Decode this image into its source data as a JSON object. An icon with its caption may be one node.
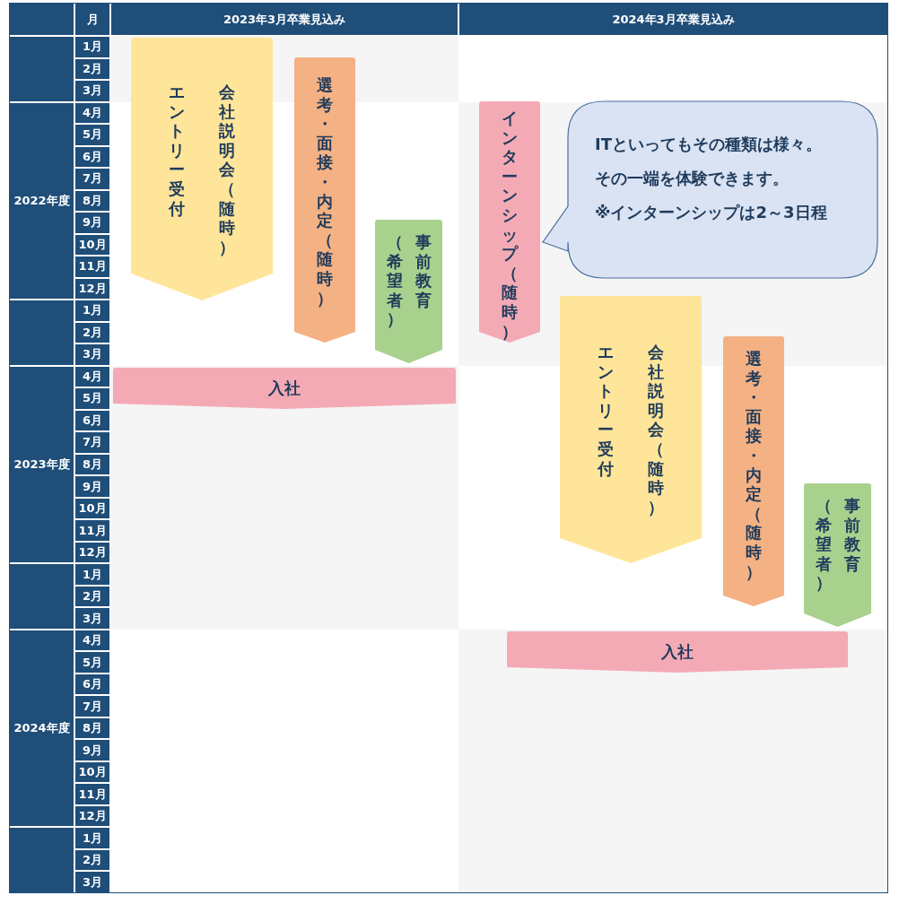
{
  "diagram": {
    "nodes": [
      {
        "text": [
          "エントリー受付",
          "会社説明会（随時）"
        ]
      },
      {
        "text": [
          "選考・面接・内定（随時）"
        ]
      },
      {
        "text": [
          "（希望者）",
          "事前教育"
        ]
      },
      {
        "text": [
          "入社"
        ]
      },
      {
        "text": [
          "インターンシップ（随時）"
        ]
      },
      {
        "text": [
          "ITといってもその種類は様々。",
          "その一端を体験できます。",
          "※インターンシップは2～3日程"
        ]
      },
      {
        "text": [
          "エントリー受付",
          "会社説明会（随時）"
        ]
      },
      {
        "text": [
          "選考・面接・内定（随時）"
        ]
      },
      {
        "text": [
          "（希望者）",
          "事前教育"
        ]
      },
      {
        "text": [
          "入社"
        ]
      }
    ],
    "edges": [],
    "labels": [
      "月",
      "2023年3月卒業見込み",
      "2024年3月卒業見込み",
      "1月",
      "2月",
      "3月",
      "2022年度",
      "4月",
      "5月",
      "6月",
      "7月",
      "8月",
      "9月",
      "10月",
      "11月",
      "12月",
      "1月",
      "2月",
      "3月",
      "2023年度",
      "4月",
      "5月",
      "6月",
      "7月",
      "8月",
      "9月",
      "10月",
      "11月",
      "12月",
      "1月",
      "2月",
      "3月",
      "2024年度",
      "4月",
      "5月",
      "6月",
      "7月",
      "8月",
      "9月",
      "10月",
      "11月",
      "12月",
      "1月",
      "2月",
      "3月"
    ]
  }
}
